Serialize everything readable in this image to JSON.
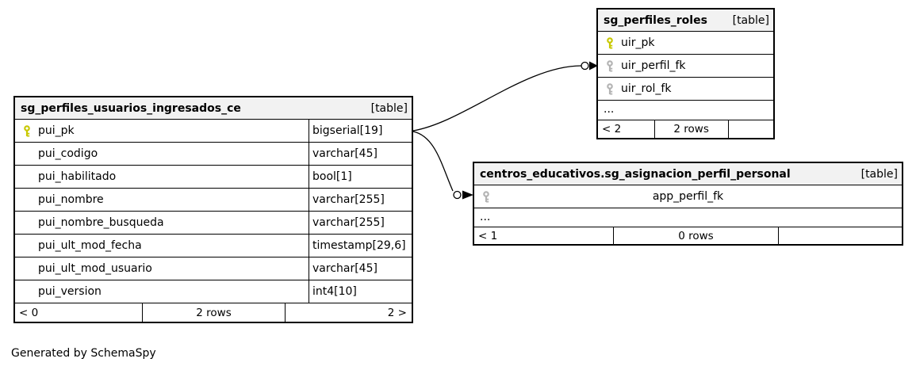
{
  "note": "Generated by SchemaSpy",
  "colors": {
    "primary_key": "#c8c800",
    "foreign_key": "#b3b3b3",
    "table_header_bg": "#f2f2f2",
    "border": "#000000"
  },
  "tables": [
    {
      "title": "sg_perfiles_usuarios_ingresados_ce",
      "tag": "[table]",
      "columns": [
        {
          "name": "pui_pk",
          "type": "bigserial[19]",
          "key": "pk"
        },
        {
          "name": "pui_codigo",
          "type": "varchar[45]",
          "key": ""
        },
        {
          "name": "pui_habilitado",
          "type": "bool[1]",
          "key": ""
        },
        {
          "name": "pui_nombre",
          "type": "varchar[255]",
          "key": ""
        },
        {
          "name": "pui_nombre_busqueda",
          "type": "varchar[255]",
          "key": ""
        },
        {
          "name": "pui_ult_mod_fecha",
          "type": "timestamp[29,6]",
          "key": ""
        },
        {
          "name": "pui_ult_mod_usuario",
          "type": "varchar[45]",
          "key": ""
        },
        {
          "name": "pui_version",
          "type": "int4[10]",
          "key": ""
        }
      ],
      "footer": {
        "left": "< 0",
        "center": "2 rows",
        "right": "2 >"
      }
    },
    {
      "title": "sg_perfiles_roles",
      "tag": "[table]",
      "columns": [
        {
          "name": "uir_pk",
          "key": "pk"
        },
        {
          "name": "uir_perfil_fk",
          "key": "fk"
        },
        {
          "name": "uir_rol_fk",
          "key": "fk"
        }
      ],
      "ellipsis": "...",
      "footer": {
        "left": "< 2",
        "center": "2 rows",
        "right": ""
      }
    },
    {
      "title": "centros_educativos.sg_asignacion_perfil_personal",
      "tag": "[table]",
      "columns": [
        {
          "name": "app_perfil_fk",
          "key": "fk"
        }
      ],
      "ellipsis": "...",
      "footer": {
        "left": "< 1",
        "center": "0 rows",
        "right": ""
      }
    }
  ],
  "relationships": [
    {
      "from_table": "sg_perfiles_usuarios_ingresados_ce",
      "from_column": "pui_pk",
      "to_table": "sg_perfiles_roles",
      "to_column": "uir_perfil_fk"
    },
    {
      "from_table": "sg_perfiles_usuarios_ingresados_ce",
      "from_column": "pui_pk",
      "to_table": "centros_educativos.sg_asignacion_perfil_personal",
      "to_column": "app_perfil_fk"
    }
  ]
}
